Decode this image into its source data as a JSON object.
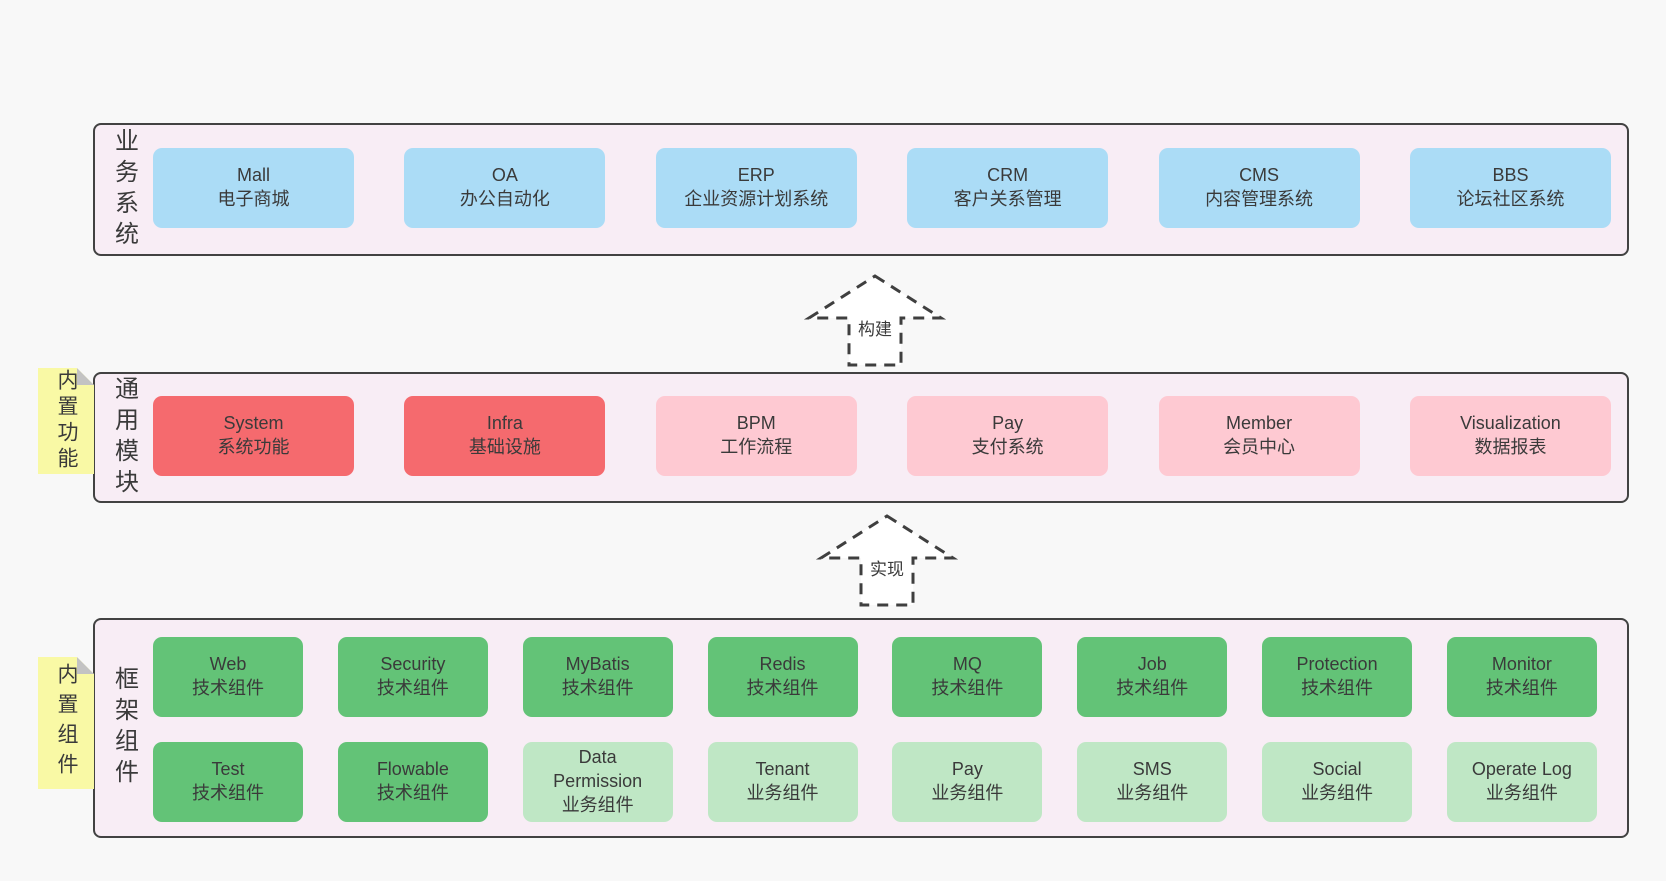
{
  "bands": {
    "business": {
      "label": "业务系统",
      "boxes": [
        {
          "title": "Mall",
          "subtitle": "电子商城"
        },
        {
          "title": "OA",
          "subtitle": "办公自动化"
        },
        {
          "title": "ERP",
          "subtitle": "企业资源计划系统"
        },
        {
          "title": "CRM",
          "subtitle": "客户关系管理"
        },
        {
          "title": "CMS",
          "subtitle": "内容管理系统"
        },
        {
          "title": "BBS",
          "subtitle": "论坛社区系统"
        }
      ]
    },
    "modules": {
      "label": "通用模块",
      "sticky": "内置功能",
      "boxes": [
        {
          "title": "System",
          "subtitle": "系统功能"
        },
        {
          "title": "Infra",
          "subtitle": "基础设施"
        },
        {
          "title": "BPM",
          "subtitle": "工作流程"
        },
        {
          "title": "Pay",
          "subtitle": "支付系统"
        },
        {
          "title": "Member",
          "subtitle": "会员中心"
        },
        {
          "title": "Visualization",
          "subtitle": "数据报表"
        }
      ]
    },
    "components": {
      "label": "框架组件",
      "sticky": "内置组件",
      "row1": [
        {
          "title": "Web",
          "subtitle": "技术组件"
        },
        {
          "title": "Security",
          "subtitle": "技术组件"
        },
        {
          "title": "MyBatis",
          "subtitle": "技术组件"
        },
        {
          "title": "Redis",
          "subtitle": "技术组件"
        },
        {
          "title": "MQ",
          "subtitle": "技术组件"
        },
        {
          "title": "Job",
          "subtitle": "技术组件"
        },
        {
          "title": "Protection",
          "subtitle": "技术组件"
        },
        {
          "title": "Monitor",
          "subtitle": "技术组件"
        }
      ],
      "row2": [
        {
          "title": "Test",
          "subtitle": "技术组件"
        },
        {
          "title": "Flowable",
          "subtitle": "技术组件"
        },
        {
          "title": "Data Permission",
          "subtitle": "业务组件"
        },
        {
          "title": "Tenant",
          "subtitle": "业务组件"
        },
        {
          "title": "Pay",
          "subtitle": "业务组件"
        },
        {
          "title": "SMS",
          "subtitle": "业务组件"
        },
        {
          "title": "Social",
          "subtitle": "业务组件"
        },
        {
          "title": "Operate Log",
          "subtitle": "业务组件"
        }
      ]
    }
  },
  "arrows": {
    "build": "构建",
    "implement": "实现"
  },
  "colors": {
    "page_background": "#f8f8f8",
    "band_fill": "#f8edf5",
    "band_border": "#424242",
    "blue_box": "#abdcf6",
    "red_box": "#f56a6e",
    "pink_box": "#fec9d2",
    "green_box": "#63c377",
    "light_green_box": "#bfe7c5",
    "sticky_note": "#f9f9a5",
    "sticky_fold": "#c3c3c3",
    "text": "#3a3a3a"
  }
}
